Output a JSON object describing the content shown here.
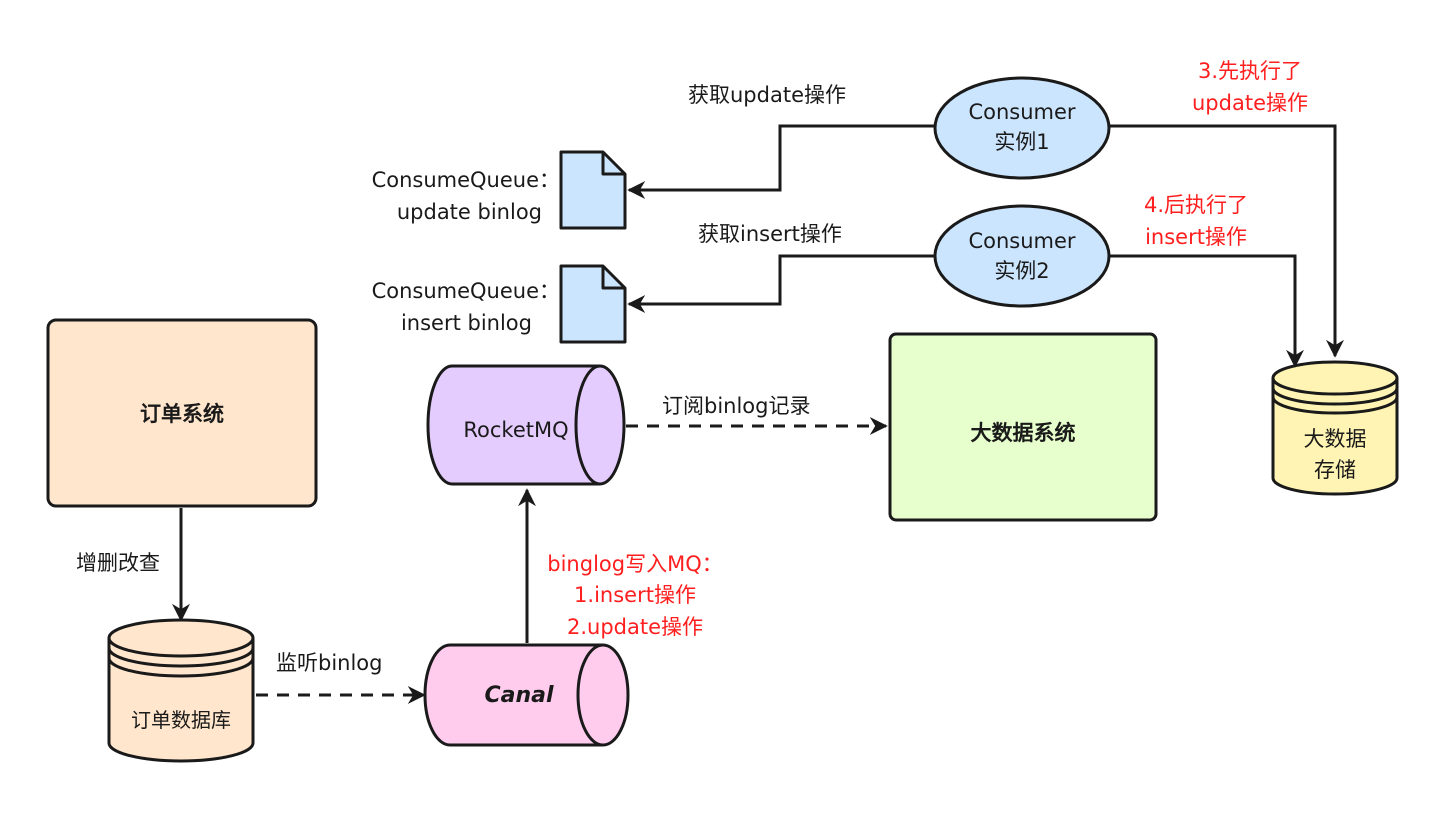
{
  "nodes": {
    "order_system": "订单系统",
    "order_db": "订单数据库",
    "canal": "Canal",
    "rocketmq": "RocketMQ",
    "bigdata_system": "大数据系统",
    "bigdata_storage": [
      "大数据",
      "存储"
    ],
    "queue_update": [
      "ConsumeQueue：",
      "update binlog"
    ],
    "queue_insert": [
      "ConsumeQueue：",
      "insert binlog"
    ],
    "consumer1": [
      "Consumer",
      "实例1"
    ],
    "consumer2": [
      "Consumer",
      "实例2"
    ]
  },
  "edges": {
    "crud": "增删改查",
    "listen": "监听binlog",
    "write_mq": [
      "binglog写入MQ：",
      "1.insert操作",
      "2.update操作"
    ],
    "subscribe": "订阅binlog记录",
    "fetch_update": "获取update操作",
    "fetch_insert": "获取insert操作",
    "exec_update": [
      "3.先执行了",
      "update操作"
    ],
    "exec_insert": [
      "4.后执行了",
      "insert操作"
    ]
  },
  "colors": {
    "order_fill": "#ffe6cc",
    "db_fill": "#ffe6cc",
    "canal_fill": "#ffccee",
    "mq_fill": "#e5ccff",
    "bigdata_fill": "#e6ffcc",
    "storage_fill": "#fff4b3",
    "queue_fill": "#cce5ff",
    "consumer_fill": "#cce5ff",
    "stroke": "#1a1a1a",
    "highlight": "#ff1f1f"
  }
}
